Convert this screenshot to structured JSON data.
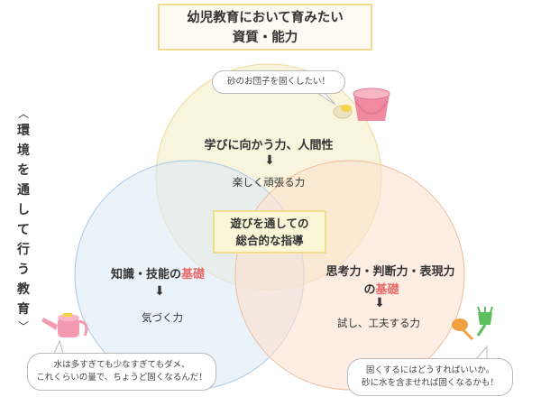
{
  "title": {
    "line1": "幼児教育において育みたい",
    "line2": "資質・能力"
  },
  "side_label": {
    "paren_open": "︿",
    "chars": [
      "環",
      "境",
      "を",
      "通",
      "し",
      "て",
      "行",
      "う",
      "教",
      "育"
    ],
    "paren_close": "﹀"
  },
  "bubbles": {
    "top": "砂のお団子を固くしたい！",
    "left_line1": "水は多すぎても少なすぎてもダメ、",
    "left_line2": "これくらいの量で、ちょうど固くなるんだ！",
    "right_line1": "固くするにはどうすればいいか。",
    "right_line2": "砂に水を含ませれば固くなるかも！"
  },
  "circles": {
    "top": {
      "heading": "学びに向かう力、人間性",
      "arrow": "⬇",
      "result": "楽しく頑張る力",
      "color": "#f6eec9"
    },
    "left": {
      "heading_prefix": "知識・技能の",
      "heading_highlight": "基礎",
      "arrow": "⬇",
      "result": "気づく力",
      "color": "#dbe9f6"
    },
    "right": {
      "heading": "思考力・判断力・表現力",
      "line2_prefix": "の",
      "line2_highlight": "基礎",
      "arrow": "⬇",
      "result": "試し、工夫する力",
      "color": "#fbe4d3"
    }
  },
  "center": {
    "line1": "遊びを通しての",
    "line2": "総合的な指導"
  },
  "colors": {
    "highlight": "#e86b6b",
    "title_border": "#f0dc8a",
    "bucket": "#f08aa0",
    "watering_can": "#f39ab0",
    "shovel": "#f0a040",
    "rake": "#5bbf5b"
  },
  "icons": [
    "bucket-icon",
    "watering-can-icon",
    "shovel-rake-icon"
  ]
}
